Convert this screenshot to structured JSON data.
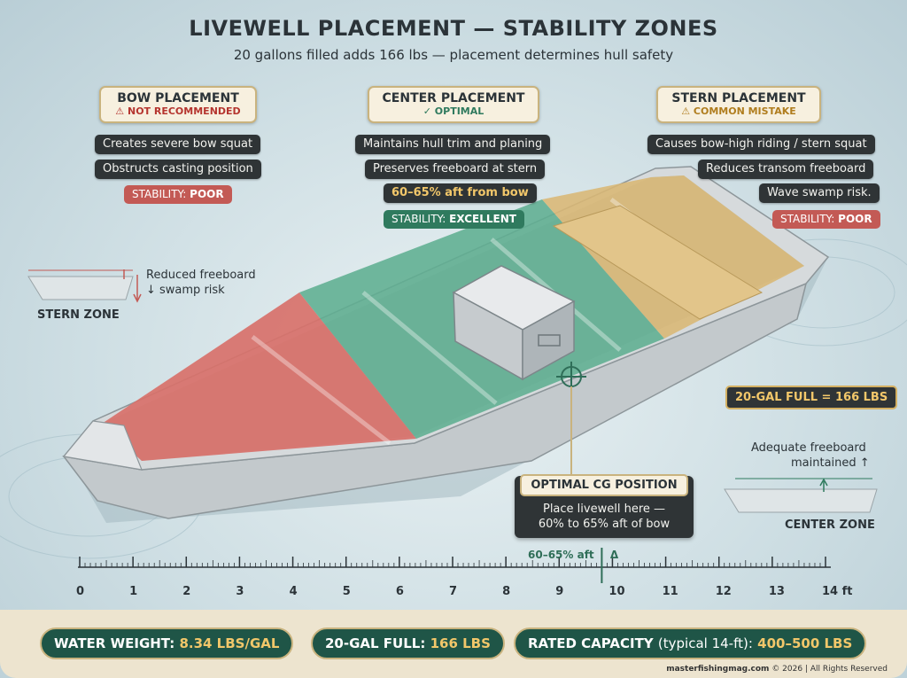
{
  "header": {
    "title": "LIVEWELL PLACEMENT — STABILITY ZONES",
    "subtitle": "20 gallons filled adds 166 lbs — placement determines hull safety"
  },
  "bow": {
    "title": "BOW PLACEMENT",
    "status": "⚠ NOT RECOMMENDED",
    "status_color": "#b5352f",
    "notes": [
      "Creates severe bow squat",
      "Obstructs casting position"
    ],
    "stability_label": "STABILITY:",
    "stability_value": "POOR"
  },
  "center": {
    "title": "CENTER PLACEMENT",
    "status": "✓ OPTIMAL",
    "status_color": "#2f7a5e",
    "notes": [
      "Maintains hull trim and planing",
      "Preserves freeboard at stern"
    ],
    "highlight": "60–65% aft from bow",
    "stability_label": "STABILITY:",
    "stability_value": "EXCELLENT"
  },
  "stern": {
    "title": "STERN PLACEMENT",
    "status": "⚠ COMMON MISTAKE",
    "status_color": "#b07d1e",
    "notes": [
      "Causes bow-high riding / stern squat",
      "Reduces transom freeboard",
      "Wave swamp risk."
    ],
    "stability_label": "STABILITY:",
    "stability_value": "POOR"
  },
  "stern_zone": {
    "label_line1": "Reduced freeboard",
    "label_line2": "↓ swamp risk",
    "caption": "STERN ZONE"
  },
  "center_zone": {
    "label_line1": "Adequate freeboard",
    "label_line2": "maintained ↑",
    "caption": "CENTER ZONE"
  },
  "gal_badge": "20-GAL FULL = 166 LBS",
  "cg": {
    "title": "OPTIMAL CG POSITION",
    "line1": "Place livewell here —",
    "line2": "60% to 65% aft of bow"
  },
  "ruler": {
    "ticks": [
      "0",
      "1",
      "2",
      "3",
      "4",
      "5",
      "6",
      "7",
      "8",
      "9",
      "10",
      "11",
      "12",
      "13",
      "14 ft"
    ],
    "max_ft": 14,
    "marker_label": "60–65% aft",
    "marker_symbol": "Δ",
    "marker_ft": 9.8
  },
  "stats": [
    {
      "label": "WATER WEIGHT:",
      "value": "8.34 LBS/GAL"
    },
    {
      "label": "20-GAL FULL:",
      "value": "166 LBS"
    },
    {
      "label": "RATED CAPACITY",
      "note": "(typical 14-ft):",
      "value": "400–500 LBS"
    }
  ],
  "footer": {
    "site": "masterfishingmag.com",
    "notice": "© 2026 | All Rights Reserved"
  },
  "colors": {
    "bow_zone": "#d8716a",
    "center_zone": "#5fae91",
    "stern_zone": "#d9b774",
    "hull": "#c9ced1"
  }
}
